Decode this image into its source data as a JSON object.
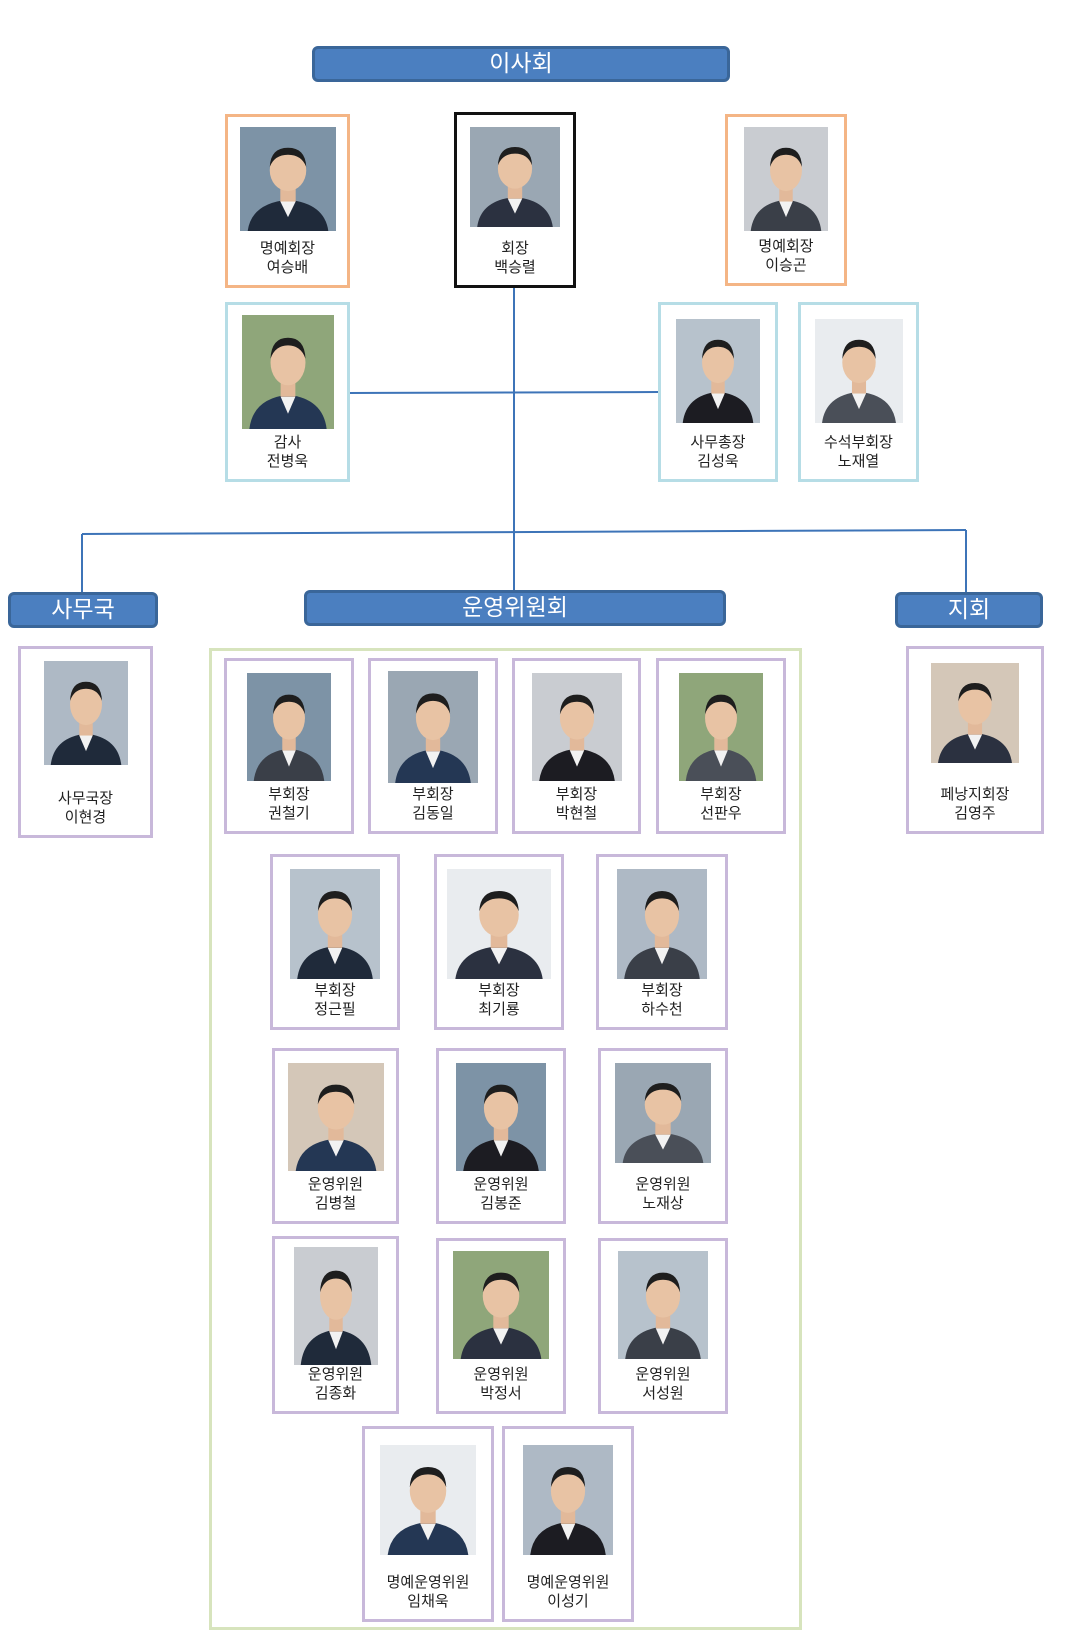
{
  "headers": {
    "board": "이사회",
    "secretariat": "사무국",
    "committee": "운영위원회",
    "branch": "지회"
  },
  "board_members": [
    {
      "role": "명예회장",
      "name": "여승배"
    },
    {
      "role": "회장",
      "name": "백승렬"
    },
    {
      "role": "명예회장",
      "name": "이승곤"
    },
    {
      "role": "감사",
      "name": "전병욱"
    },
    {
      "role": "사무총장",
      "name": "김성욱"
    },
    {
      "role": "수석부회장",
      "name": "노재열"
    }
  ],
  "secretariat_members": [
    {
      "role": "사무국장",
      "name": "이현경"
    }
  ],
  "branch_members": [
    {
      "role": "페낭지회장",
      "name": "김영주"
    }
  ],
  "committee_members": [
    {
      "role": "부회장",
      "name": "권철기"
    },
    {
      "role": "부회장",
      "name": "김동일"
    },
    {
      "role": "부회장",
      "name": "박현철"
    },
    {
      "role": "부회장",
      "name": "선판우"
    },
    {
      "role": "부회장",
      "name": "정근필"
    },
    {
      "role": "부회장",
      "name": "최기룡"
    },
    {
      "role": "부회장",
      "name": "하수천"
    },
    {
      "role": "운영위원",
      "name": "김병철"
    },
    {
      "role": "운영위원",
      "name": "김봉준"
    },
    {
      "role": "운영위원",
      "name": "노재상"
    },
    {
      "role": "운영위원",
      "name": "김종화"
    },
    {
      "role": "운영위원",
      "name": "박정서"
    },
    {
      "role": "운영위원",
      "name": "서성원"
    },
    {
      "role": "명예운영위원",
      "name": "임채욱"
    },
    {
      "role": "명예운영위원",
      "name": "이성기"
    }
  ],
  "colors": {
    "header_fill": "#4b7fc0",
    "connector": "#3d74b8",
    "honorary_border": "#f4b585",
    "officer_border": "#b6dde6",
    "member_border": "#c8b8da",
    "committee_frame": "#d7e4bd"
  }
}
